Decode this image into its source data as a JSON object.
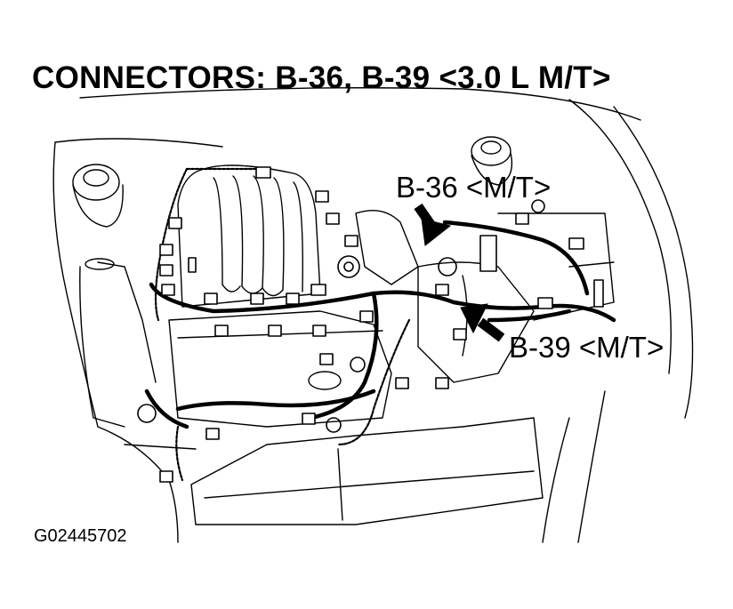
{
  "title": "CONNECTORS: B-36, B-39 <3.0 L M/T>",
  "callouts": {
    "b36": "B-36 <M/T>",
    "b39": "B-39 <M/T>"
  },
  "figure_id": "G02445702",
  "colors": {
    "ink": "#000000",
    "background": "#ffffff"
  }
}
